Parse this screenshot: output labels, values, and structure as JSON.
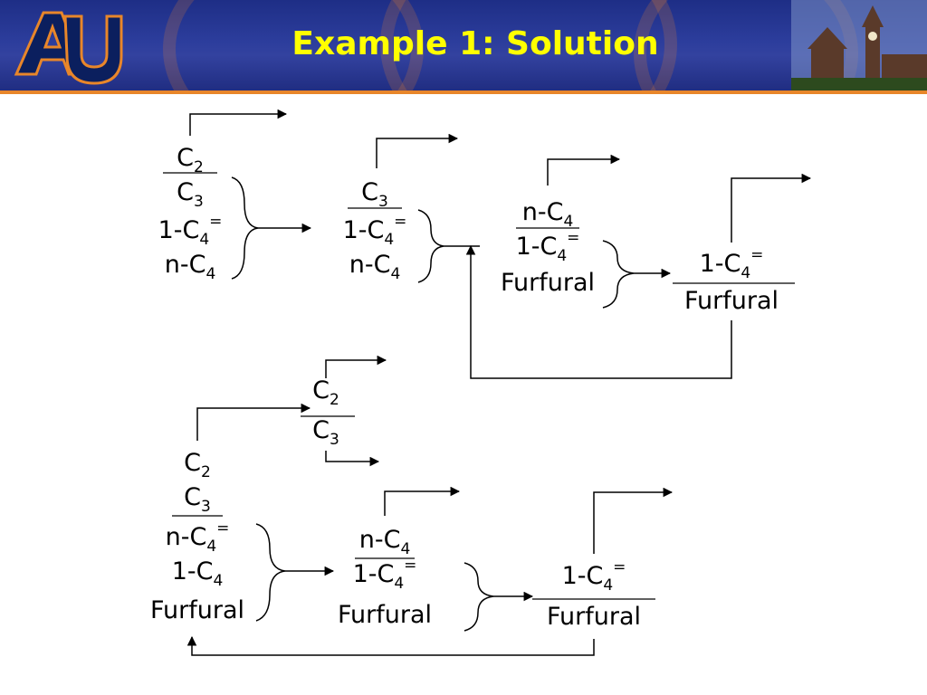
{
  "title": "Example 1: Solution",
  "logo": {
    "icon": "auburn-au-logo",
    "text": "AU"
  },
  "colors": {
    "header_bg": "#2a3a98",
    "accent_orange": "#e8862a",
    "title_yellow": "#ffff00"
  },
  "columns": {
    "c1": {
      "lines": [
        {
          "base": "C",
          "sub": "2",
          "sup": ""
        },
        {
          "base": "C",
          "sub": "3",
          "sup": ""
        },
        {
          "base": "1-C",
          "sub": "4",
          "sup": "="
        },
        {
          "base": "n-C",
          "sub": "4",
          "sup": ""
        }
      ]
    },
    "c2": {
      "lines": [
        {
          "base": "C",
          "sub": "3",
          "sup": ""
        },
        {
          "base": "1-C",
          "sub": "4",
          "sup": "="
        },
        {
          "base": "n-C",
          "sub": "4",
          "sup": ""
        }
      ]
    },
    "c3": {
      "lines": [
        {
          "base": "n-C",
          "sub": "4",
          "sup": ""
        },
        {
          "base": "1-C",
          "sub": "4",
          "sup": "="
        },
        {
          "base": "Furfural",
          "sub": "",
          "sup": ""
        }
      ]
    },
    "c4": {
      "lines": [
        {
          "base": "1-C",
          "sub": "4",
          "sup": "="
        },
        {
          "base": "Furfural",
          "sub": "",
          "sup": ""
        }
      ]
    },
    "d1": {
      "lines": [
        {
          "base": "C",
          "sub": "2",
          "sup": ""
        },
        {
          "base": "C",
          "sub": "3",
          "sup": ""
        },
        {
          "base": "n-C",
          "sub": "4",
          "sup": "="
        },
        {
          "base": "1-C",
          "sub": "4",
          "sup": ""
        },
        {
          "base": "Furfural",
          "sub": "",
          "sup": ""
        }
      ]
    },
    "d2": {
      "lines": [
        {
          "base": "C",
          "sub": "2",
          "sup": ""
        },
        {
          "base": "C",
          "sub": "3",
          "sup": ""
        }
      ]
    },
    "d3": {
      "lines": [
        {
          "base": "n-C",
          "sub": "4",
          "sup": ""
        },
        {
          "base": "1-C",
          "sub": "4",
          "sup": "="
        },
        {
          "base": "Furfural",
          "sub": "",
          "sup": ""
        }
      ]
    },
    "d4": {
      "lines": [
        {
          "base": "1-C",
          "sub": "4",
          "sup": "="
        },
        {
          "base": "Furfural",
          "sub": "",
          "sup": ""
        }
      ]
    }
  }
}
